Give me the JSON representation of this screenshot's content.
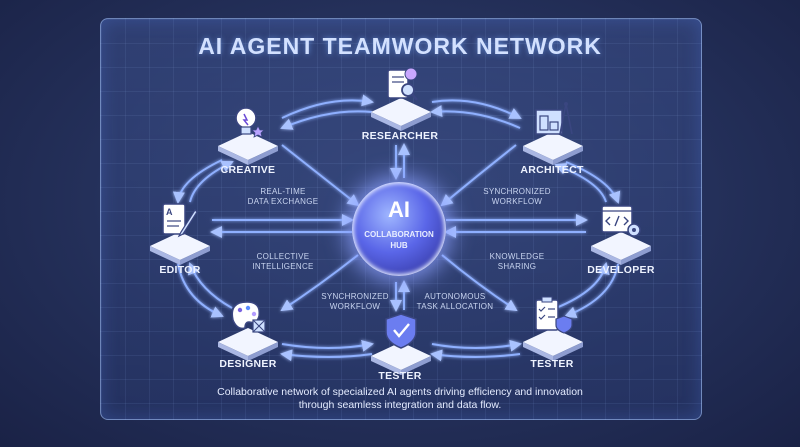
{
  "title": "AI AGENT TEAMWORK NETWORK",
  "hub": {
    "title": "AI",
    "subtitle_line1": "COLLABORATION",
    "subtitle_line2": "HUB"
  },
  "nodes": {
    "researcher": "RESEARCHER",
    "creative": "CREATIVE",
    "architect": "ARCHITECT",
    "editor": "EDITOR",
    "developer": "DEVELOPER",
    "designer": "DESIGNER",
    "tester_center": "TESTER",
    "tester_right": "TESTER"
  },
  "notes": {
    "realtime_1": "REAL-TIME",
    "realtime_2": "DATA EXCHANGE",
    "sync_right_1": "SYNCHRONIZED",
    "sync_right_2": "WORKFLOW",
    "collective_1": "COLLECTIVE",
    "collective_2": "INTELLIGENCE",
    "knowledge_1": "KNOWLEDGE",
    "knowledge_2": "SHARING",
    "sync_left_1": "SYNCHRONIZED",
    "sync_left_2": "WORKFLOW",
    "auto_1": "AUTONOMOUS",
    "auto_2": "TASK ALLOCATION"
  },
  "caption": {
    "line1": "Collaborative network of specialized AI agents driving efficiency and innovation",
    "line2": "through seamless integration and data flow."
  },
  "colors": {
    "flow_line": "#8fb0ff",
    "flow_glow": "#b39cff",
    "hub": "#5a66e8",
    "node_top": "#f2f5ff"
  }
}
